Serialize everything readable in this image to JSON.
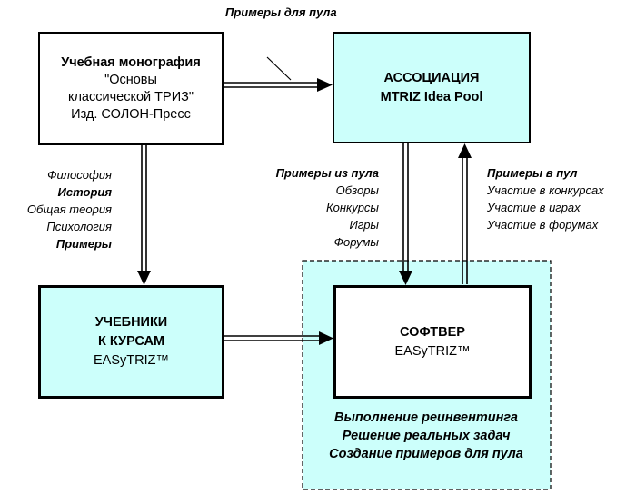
{
  "monograph": {
    "line1": "Учебная монография",
    "line2": "\"Основы",
    "line3": "классической ТРИЗ\"",
    "line4": "Изд. СОЛОН-Пресс"
  },
  "association": {
    "line1": "АССОЦИАЦИЯ",
    "line2": "MTRIZ Idea Pool"
  },
  "textbooks": {
    "line1": "УЧЕБНИКИ",
    "line2": "К КУРСАМ",
    "line3": "EASyTRIZ™"
  },
  "software": {
    "line1": "СОФТВЕР",
    "line2": "EASyTRIZ™"
  },
  "top_arrow_label": "Примеры для пула",
  "left_list": [
    "Философия",
    "История",
    "Общая теория",
    "Психология",
    "Примеры"
  ],
  "from_pool": {
    "title": "Примеры из пула",
    "items": [
      "Обзоры",
      "Конкурсы",
      "Игры",
      "Форумы"
    ]
  },
  "to_pool": {
    "title": "Примеры в пул",
    "items": [
      "Участие в конкурсах",
      "Участие в играх",
      "Участие в форумах"
    ]
  },
  "software_area": {
    "items": [
      "Выполнение реинвентинга",
      "Решение реальных задач",
      "Создание примеров для пула"
    ]
  },
  "colors": {
    "box_fill": "#ccfffb",
    "line": "#000000"
  }
}
